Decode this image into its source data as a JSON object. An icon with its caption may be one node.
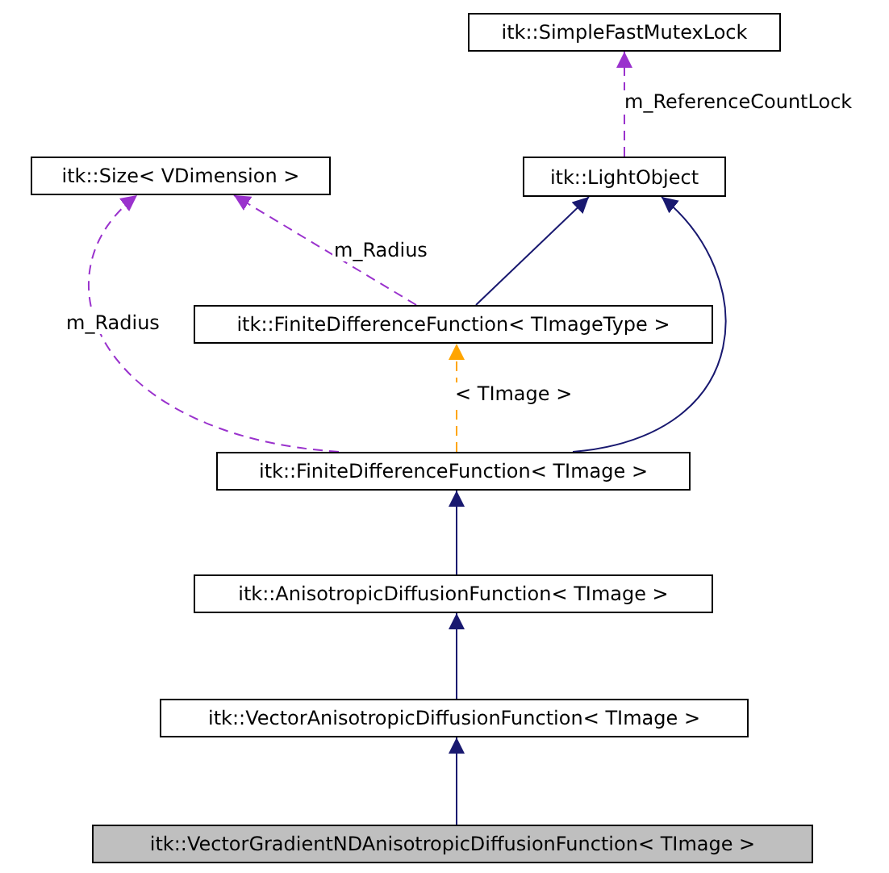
{
  "diagram": {
    "nodes": [
      {
        "text": [
          "itk::SimpleFastMutexLock"
        ]
      },
      {
        "text": [
          "itk::Size< VDimension >"
        ]
      },
      {
        "text": [
          "itk::LightObject"
        ]
      },
      {
        "text": [
          "itk::FiniteDifferenceFunction< TImageType >"
        ]
      },
      {
        "text": [
          "itk::FiniteDifferenceFunction< TImage >"
        ]
      },
      {
        "text": [
          "itk::AnisotropicDiffusionFunction< TImage >"
        ]
      },
      {
        "text": [
          "itk::VectorAnisotropicDiffusionFunction< TImage >"
        ]
      },
      {
        "text": [
          "itk::VectorGradientNDAnisotropicDiffusionFunction< TImage >"
        ]
      }
    ],
    "edges": [
      {
        "from": 2,
        "to": 0,
        "arrow": "to",
        "label": "m_ReferenceCountLock",
        "style": "dashed",
        "color": "#9a32cd"
      },
      {
        "from": 3,
        "to": 1,
        "arrow": "to",
        "label": "m_Radius",
        "style": "dashed",
        "color": "#9a32cd"
      },
      {
        "from": 4,
        "to": 1,
        "arrow": "to",
        "label": "m_Radius",
        "style": "dashed",
        "color": "#9a32cd"
      },
      {
        "from": 3,
        "to": 2,
        "arrow": "to"
      },
      {
        "from": 4,
        "to": 3,
        "arrow": "to",
        "label": "< TImage >",
        "style": "dashed",
        "color": "#ffa500"
      },
      {
        "from": 4,
        "to": 2,
        "arrow": "to"
      },
      {
        "from": 5,
        "to": 4,
        "arrow": "to"
      },
      {
        "from": 6,
        "to": 5,
        "arrow": "to"
      },
      {
        "from": 7,
        "to": 6,
        "arrow": "to"
      }
    ]
  }
}
